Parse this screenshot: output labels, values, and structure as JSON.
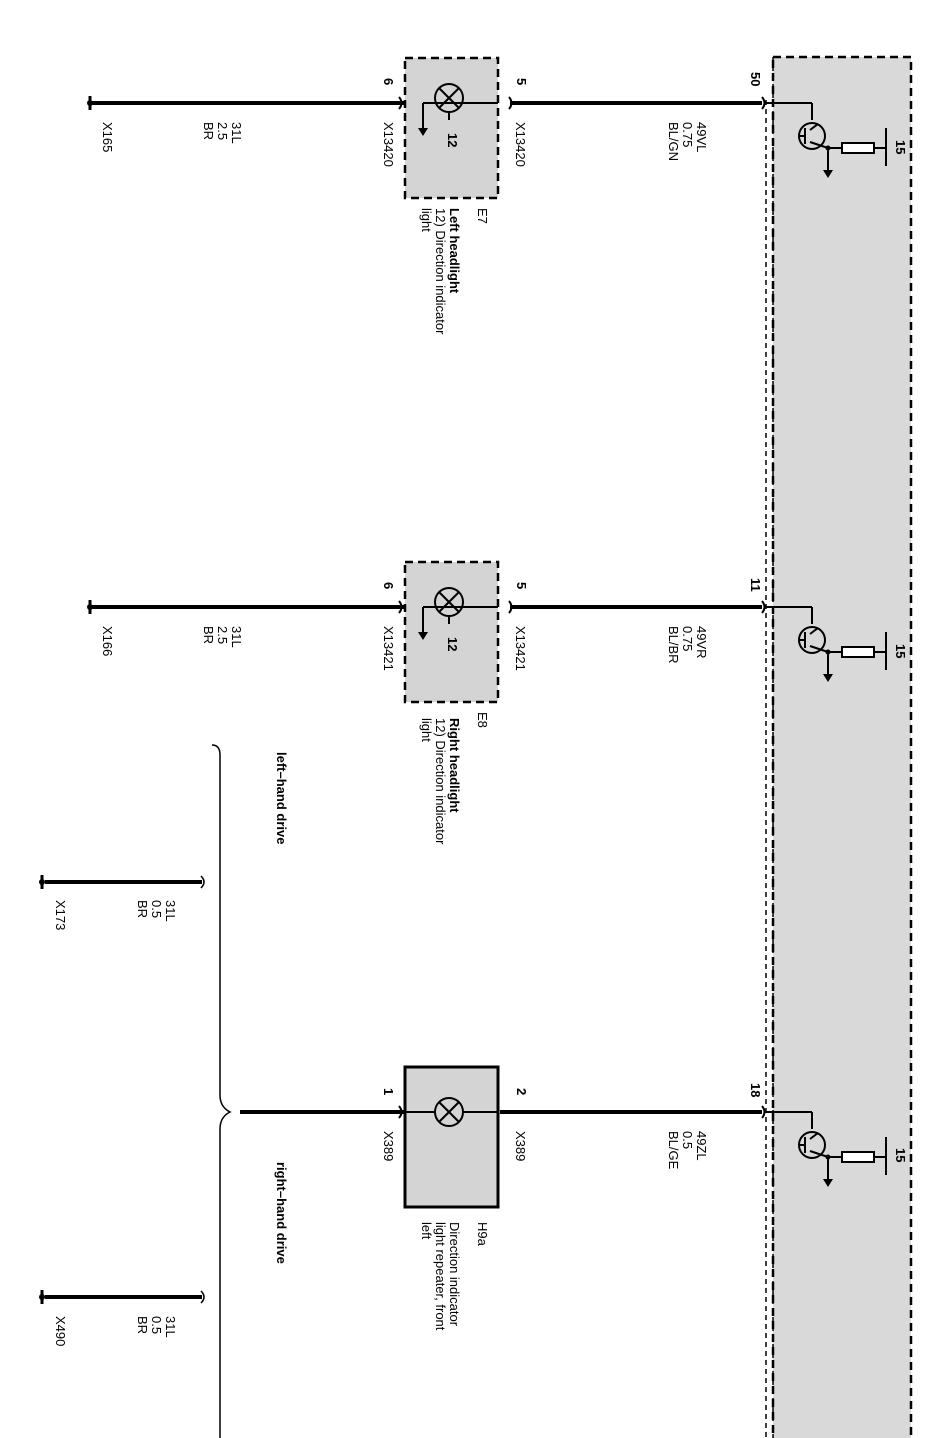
{
  "control_unit": {
    "pin_top": "50",
    "pin_middle": "11",
    "pin_bottom": "18",
    "supply_label": "15"
  },
  "circuits": {
    "left_headlight": {
      "wire_in_code": "49VL",
      "wire_in_size": "0.75",
      "wire_in_color": "BL/GN",
      "pin_in": "5",
      "pin_out": "6",
      "connector_in": "X13420",
      "connector_out": "X13420",
      "bulb_number": "12",
      "component_id": "E7",
      "component_name": "Left headlight",
      "component_desc_1": "12) Direction indicator",
      "component_desc_2": "light",
      "ground_wire_code": "31L",
      "ground_wire_size": "2.5",
      "ground_wire_color": "BR",
      "ground_point": "X165"
    },
    "right_headlight": {
      "wire_in_code": "49VR",
      "wire_in_size": "0.75",
      "wire_in_color": "BL/BR",
      "pin_in": "5",
      "pin_out": "6",
      "connector_in": "X13421",
      "connector_out": "X13421",
      "bulb_number": "12",
      "component_id": "E8",
      "component_name": "Right headlight",
      "component_desc_1": "12) Direction indicator",
      "component_desc_2": "light",
      "ground_wire_code": "31L",
      "ground_wire_size": "2.5",
      "ground_wire_color": "BR",
      "ground_point": "X166"
    },
    "repeater": {
      "wire_in_code": "49ZL",
      "wire_in_size": "0.5",
      "wire_in_color": "BL/GE",
      "pin_in": "2",
      "pin_out": "1",
      "connector_in": "X389",
      "connector_out": "X389",
      "component_id": "H9a",
      "component_name_1": "Direction indicator",
      "component_name_2": "light repeater, front",
      "component_name_3": "left"
    }
  },
  "drive_variants": {
    "lhd_label": "left–hand drive",
    "rhd_label": "right–hand drive",
    "lhd_ground": {
      "wire_code": "31L",
      "wire_size": "0.5",
      "wire_color": "BR",
      "ground_point": "X173"
    },
    "rhd_ground": {
      "wire_code": "31L",
      "wire_size": "0.5",
      "wire_color": "BR",
      "ground_point": "X490"
    }
  },
  "colors": {
    "wire": "#000000",
    "module_fill": "#d9d9d9",
    "component_fill": "#d4d4d4",
    "background": "#ffffff"
  }
}
